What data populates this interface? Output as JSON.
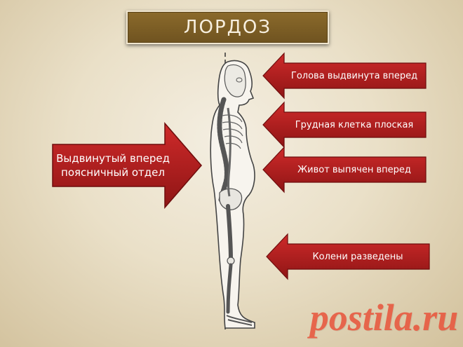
{
  "title": "ЛОРДОЗ",
  "left_arrow": {
    "line1": "Выдвинутый вперед",
    "line2": "поясничный отдел"
  },
  "right_arrows": [
    {
      "label": "Голова выдвинута вперед"
    },
    {
      "label": "Грудная клетка плоская"
    },
    {
      "label": "Живот выпячен вперед"
    },
    {
      "label": "Колени разведены"
    }
  ],
  "watermark": "postila.ru",
  "colors": {
    "arrow": "#b41f1f",
    "arrow_dark": "#7e1010",
    "title_bg": "#7a5c24",
    "watermark": "#e8573e"
  }
}
